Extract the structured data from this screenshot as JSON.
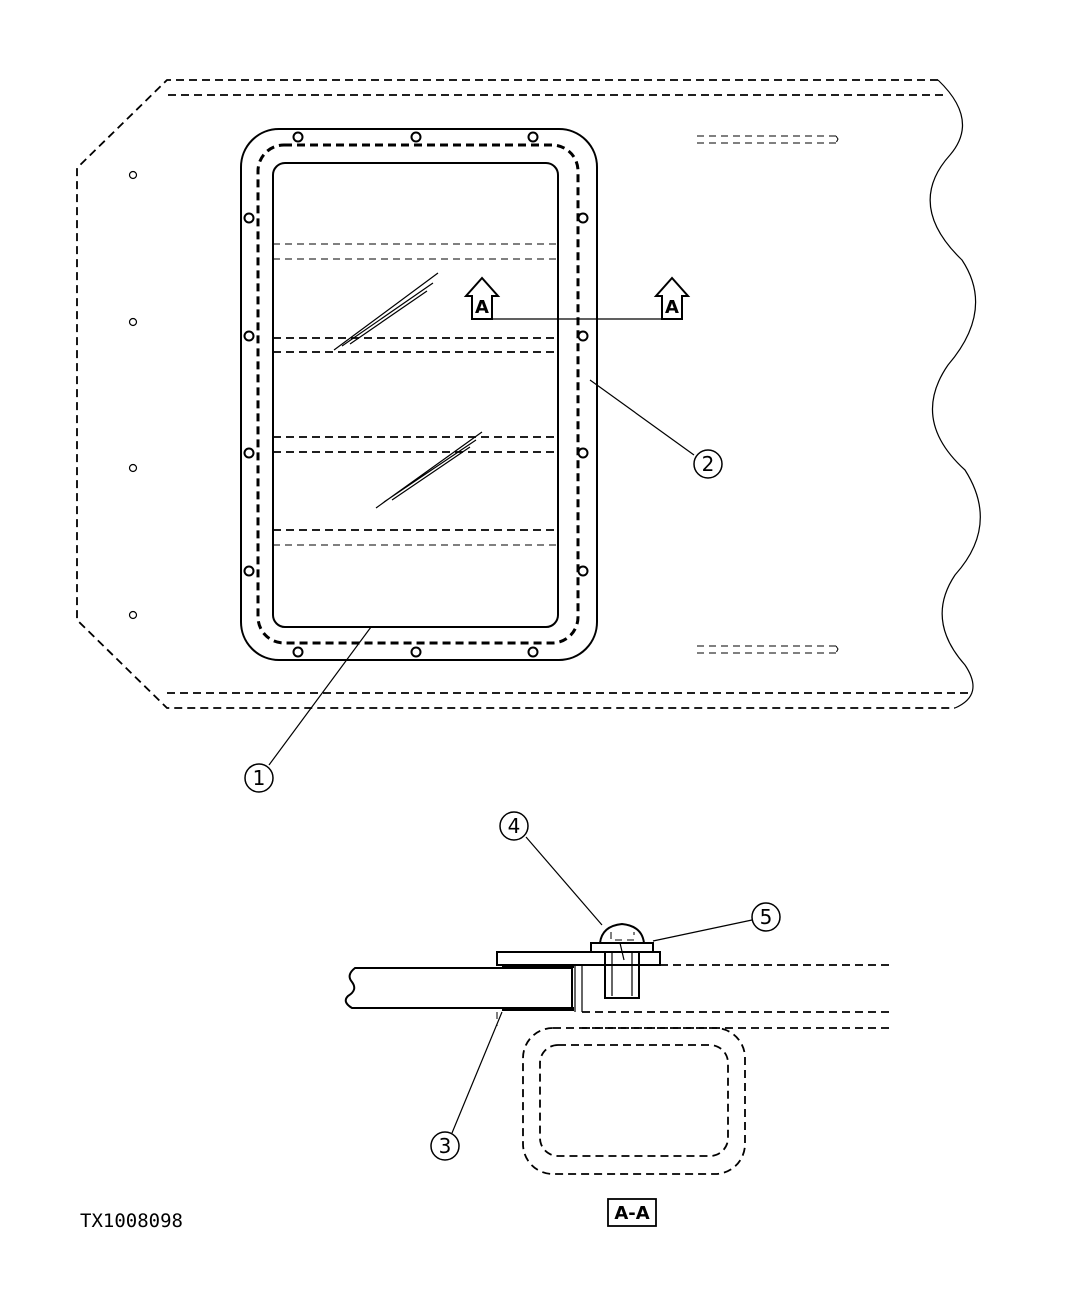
{
  "callouts": [
    {
      "id": "callout-1",
      "label": "1"
    },
    {
      "id": "callout-2",
      "label": "2"
    },
    {
      "id": "callout-3",
      "label": "3"
    },
    {
      "id": "callout-4",
      "label": "4"
    },
    {
      "id": "callout-5",
      "label": "5"
    }
  ],
  "section_markers": {
    "left": "A",
    "right": "A"
  },
  "section_view_label": "A-A",
  "figure_id": "TX1008098"
}
